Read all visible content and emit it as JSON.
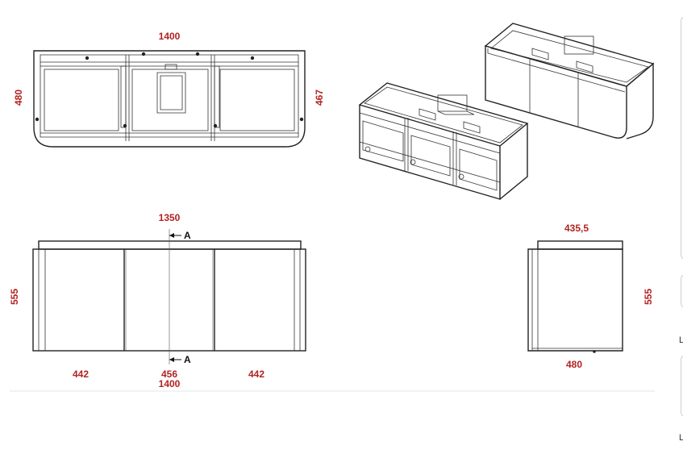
{
  "dimensions": {
    "plan_width": "1400",
    "plan_depth_left": "480",
    "plan_depth_right": "467",
    "front_top_width": "1350",
    "front_height_left": "555",
    "front_left_door": "442",
    "front_center_door": "456",
    "front_right_door": "442",
    "front_overall_width": "1400",
    "side_top_depth": "435,5",
    "side_height": "555",
    "side_depth": "480"
  },
  "section_marks": {
    "top": "A",
    "bottom": "A"
  },
  "colors": {
    "dimension": "#b22222",
    "line": "#222222",
    "cabinet_face": "#e4e6f6"
  },
  "edge_labels": [
    "L",
    "L"
  ]
}
